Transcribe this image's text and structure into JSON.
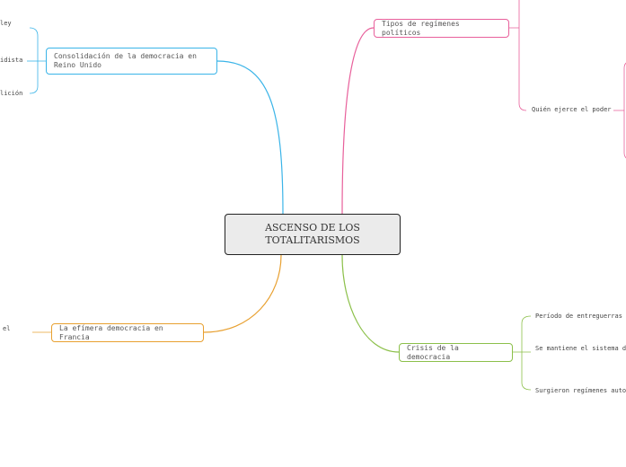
{
  "center": {
    "title": "ASCENSO DE LOS TOTALITARISMOS"
  },
  "branches": {
    "uk": {
      "label": "Consolidación de la democracia en Reino Unido",
      "color": "#3ab4e8",
      "leaves": [
        "ley",
        "idista",
        "lición"
      ]
    },
    "types": {
      "label": "Tipos de regímenes políticos",
      "color": "#e8609b",
      "leaves": [
        "Quién ejerce el poder"
      ]
    },
    "france": {
      "label": "La efímera democracia en Francia",
      "color": "#e8a030",
      "leaves": [
        "el"
      ]
    },
    "crisis": {
      "label": "Crisis de la democracia",
      "color": "#8cc04a",
      "leaves": [
        "Período de entreguerras",
        "Se mantiene el sistema d",
        "Surgieron regímenes auto"
      ]
    }
  }
}
